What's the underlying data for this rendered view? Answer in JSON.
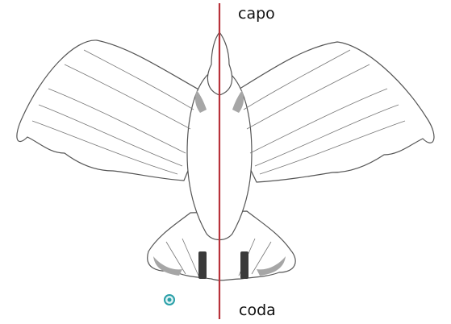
{
  "labels": {
    "head": "capo",
    "tail": "coda"
  },
  "colors": {
    "axis_line": "#b8323a",
    "outline": "#555555",
    "shade": "#9a9a9a",
    "marker": "#2aa0a8"
  },
  "icons": {
    "subject": "bird-top-view-drawing",
    "marker": "teal-dot-icon"
  }
}
